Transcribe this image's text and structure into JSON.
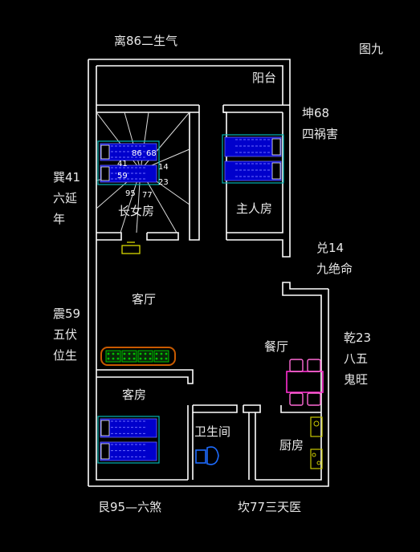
{
  "title": "图九",
  "colors": {
    "background": "#000000",
    "wall": "#ffffff",
    "bed": "#0000cc",
    "bed_stripe": "#6b6bff",
    "bed_outline": "#00b4b4",
    "table": "#ff2ed1",
    "chair": "#ff6ad6",
    "kitchen": "#c8c800",
    "lamp": "#d7d700",
    "plant_box": "#c85a00",
    "plants": "#00c000",
    "toilet": "#1e6cff"
  },
  "directions": {
    "south": "离86二生气",
    "southwest": "坤68\n四祸害",
    "southeast": "巽41\n六延\n年",
    "west": "兑14\n九绝命",
    "east": "震59\n五伏\n位生",
    "northwest": "乾23\n八五\n鬼旺",
    "northeast": "艮95—六煞",
    "north": "坎77三天医"
  },
  "rooms": {
    "balcony": "阳台",
    "eldest_daughter_room": "长女房",
    "master_room": "主人房",
    "living_room": "客厅",
    "dining_room": "餐厅",
    "guest_room": "客房",
    "bathroom": "卫生间",
    "kitchen": "厨房"
  },
  "compass_numbers": [
    "86",
    "68",
    "41",
    "14",
    "59",
    "23",
    "95",
    "77"
  ]
}
